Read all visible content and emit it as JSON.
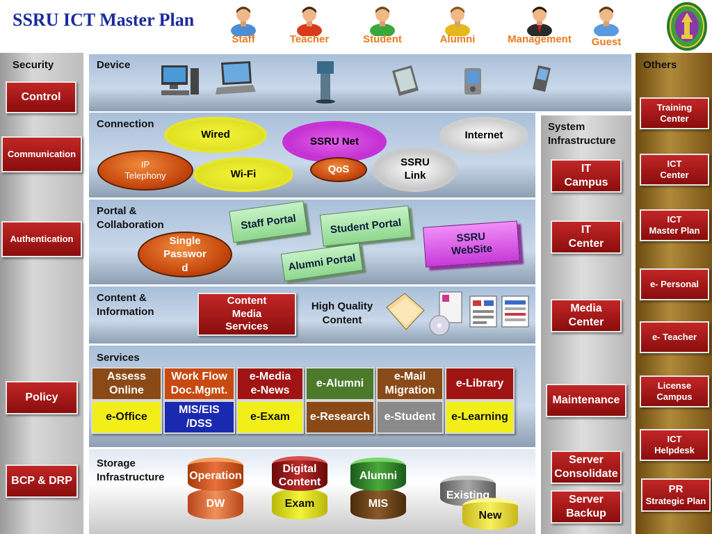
{
  "title": "SSRU ICT Master Plan",
  "roles": [
    "Staff",
    "Teacher",
    "Student",
    "Alumni",
    "Management",
    "Guest"
  ],
  "colors": {
    "title": "#1a2a9a",
    "role_label": "#e87a1e",
    "red_button": "#a01414",
    "left_column": "#bdbdbd",
    "right_column": "#8a6520",
    "band": "#b8cce4"
  },
  "left": {
    "heading": "Security",
    "items": [
      "Control",
      "Communication",
      "Authentication",
      "Policy",
      "BCP & DRP"
    ]
  },
  "right": {
    "heading": "Others",
    "items": [
      [
        "Training",
        "Center"
      ],
      [
        "ICT",
        "Center"
      ],
      [
        "ICT",
        "Master Plan"
      ],
      [
        "e- Personal"
      ],
      [
        "e- Teacher"
      ],
      [
        "License",
        "Campus"
      ],
      [
        "ICT",
        "Helpdesk"
      ],
      [
        "PR",
        "Strategic Plan"
      ]
    ]
  },
  "system": {
    "heading": [
      "System",
      "Infrastructure"
    ],
    "items": [
      [
        "IT",
        "Campus"
      ],
      [
        "IT",
        "Center"
      ],
      [
        "Media",
        "Center"
      ],
      [
        "Maintenance"
      ],
      [
        "Server",
        "Consolidate"
      ],
      [
        "Server",
        "Backup"
      ]
    ]
  },
  "device": {
    "label": "Device",
    "icons": [
      "desktop-icon",
      "laptop-icon",
      "kiosk-icon",
      "tablet-icon",
      "pda-icon",
      "smartphone-icon"
    ]
  },
  "connection": {
    "label": "Connection",
    "wired": "Wired",
    "wifi": "Wi-Fi",
    "ssru_net": "SSRU Net",
    "qos": "QoS",
    "internet": "Internet",
    "ssru_link": [
      "SSRU",
      "Link"
    ],
    "ip_telephony": [
      "IP",
      "Telephony"
    ]
  },
  "portal": {
    "label": [
      "Portal &",
      "Collaboration"
    ],
    "single_password": [
      "Single",
      "Passwor",
      "d"
    ],
    "staff_portal": "Staff Portal",
    "student_portal": "Student Portal",
    "alumni_portal": "Alumni Portal",
    "website": [
      "SSRU",
      "WebSite"
    ]
  },
  "content": {
    "label": [
      "Content &",
      "Information"
    ],
    "cms": [
      "Content",
      "Media",
      "Services"
    ],
    "hq": [
      "High Quality",
      "Content"
    ],
    "icons": [
      "folder-icon",
      "manual-cd-icon",
      "report-icon",
      "spreadsheet-icon"
    ]
  },
  "services": {
    "label": "Services",
    "row1": [
      {
        "text": [
          "Assess",
          "Online"
        ],
        "bg": "#8a4a18"
      },
      {
        "text": [
          "Work Flow",
          "Doc.Mgmt."
        ],
        "bg": "#c84a10"
      },
      {
        "text": [
          "e-Media",
          "e-News"
        ],
        "bg": "#a01414"
      },
      {
        "text": [
          "e-Alumni"
        ],
        "bg": "#4a7a2a"
      },
      {
        "text": [
          "e-Mail",
          "Migration"
        ],
        "bg": "#8a4a18"
      },
      {
        "text": [
          "e-Library"
        ],
        "bg": "#a01414"
      }
    ],
    "row2": [
      {
        "text": [
          "e-Office"
        ],
        "bg": "#f2ee1a"
      },
      {
        "text": [
          "MIS/EIS",
          "/DSS"
        ],
        "bg": "#1a2ab0"
      },
      {
        "text": [
          "e-Exam"
        ],
        "bg": "#f2ee1a"
      },
      {
        "text": [
          "e-Research"
        ],
        "bg": "#8a4a18"
      },
      {
        "text": [
          "e-Student"
        ],
        "bg": "#8a8a8a"
      },
      {
        "text": [
          "e-Learning"
        ],
        "bg": "#f2ee1a"
      }
    ]
  },
  "storage": {
    "label": [
      "Storage",
      "Infrastructure"
    ],
    "operation": "Operation",
    "dw": "DW",
    "digital_content": [
      "Digital",
      "Content"
    ],
    "exam": "Exam",
    "alumni": "Alumni",
    "mis": "MIS",
    "existing": "Existing",
    "new": "New"
  }
}
